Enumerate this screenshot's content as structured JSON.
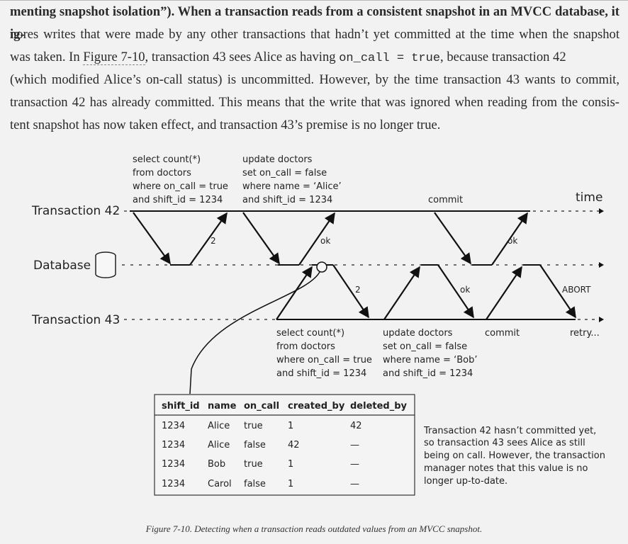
{
  "paragraph": {
    "line1": "menting snapshot isolation”). When a transaction reads from a consistent snapshot in an MVCC database, it ig-",
    "line2": "nores writes that were made by any other transactions that hadn’t yet committed at the time when the snapshot",
    "line3_pre": "was taken. In ",
    "line3_link": "Figure 7-10",
    "line3_mid": ", transaction 43 sees Alice as having ",
    "line3_code": "on_call = true",
    "line3_post": ", because transaction 42",
    "line4": "(which modified Alice’s on-call status) is uncommitted. However, by the time transaction 43 wants to commit,",
    "line5": "transaction 42 has already committed. This means that the write that was ignored when reading from the consis-",
    "line6": "tent snapshot has now taken effect, and transaction 43’s premise is no longer true."
  },
  "diagram": {
    "lanes": {
      "t42": "Transaction 42",
      "db": "Database",
      "t43": "Transaction 43"
    },
    "time_label": "time",
    "t42_query1": [
      "select count(*)",
      "from doctors",
      "where on_call = true",
      "and shift_id = 1234"
    ],
    "t42_update": [
      "update doctors",
      "set on_call = false",
      "where name = ‘Alice’",
      "and shift_id = 1234"
    ],
    "t42_commit": "commit",
    "t43_query1": [
      "select count(*)",
      "from doctors",
      "where on_call = true",
      "and shift_id = 1234"
    ],
    "t43_update": [
      "update doctors",
      "set on_call = false",
      "where name = ‘Bob’",
      "and shift_id = 1234"
    ],
    "t43_commit": "commit",
    "t43_retry": "retry...",
    "arrow_labels": {
      "r1": "2",
      "ok1": "ok",
      "ok2": "ok",
      "r2": "2",
      "ok3": "ok",
      "abort": "ABORT"
    },
    "table": {
      "headers": [
        "shift_id",
        "name",
        "on_call",
        "created_by",
        "deleted_by"
      ],
      "rows": [
        [
          "1234",
          "Alice",
          "true",
          "1",
          "42"
        ],
        [
          "1234",
          "Alice",
          "false",
          "42",
          "—"
        ],
        [
          "1234",
          "Bob",
          "true",
          "1",
          "—"
        ],
        [
          "1234",
          "Carol",
          "false",
          "1",
          "—"
        ]
      ]
    },
    "note": [
      "Transaction 42 hasn’t committed yet,",
      "so transaction 43 sees Alice as still",
      "being on call. However, the transaction",
      "manager notes that this value is no",
      "longer up-to-date."
    ]
  },
  "caption": "Figure 7-10. Detecting when a transaction reads outdated values from an MVCC snapshot."
}
